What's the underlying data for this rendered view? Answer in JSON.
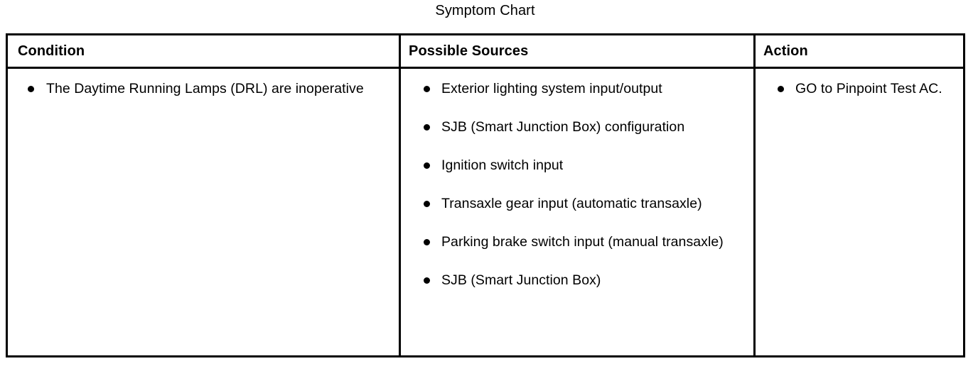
{
  "document": {
    "title": "Symptom Chart"
  },
  "table": {
    "headers": [
      {
        "label": "Condition"
      },
      {
        "label": "Possible Sources"
      },
      {
        "label": "Action"
      }
    ],
    "rows": [
      {
        "condition": [
          "The Daytime Running Lamps (DRL) are inoperative"
        ],
        "possible_sources": [
          "Exterior lighting system input/output",
          "SJB (Smart Junction Box) configuration",
          "Ignition switch input",
          "Transaxle gear input (automatic transaxle)",
          "Parking brake switch input (manual transaxle)",
          "SJB (Smart Junction Box)"
        ],
        "action": [
          "GO to Pinpoint Test AC."
        ]
      }
    ]
  },
  "colors": {
    "text": "#000000",
    "background": "#ffffff",
    "border": "#000000"
  }
}
